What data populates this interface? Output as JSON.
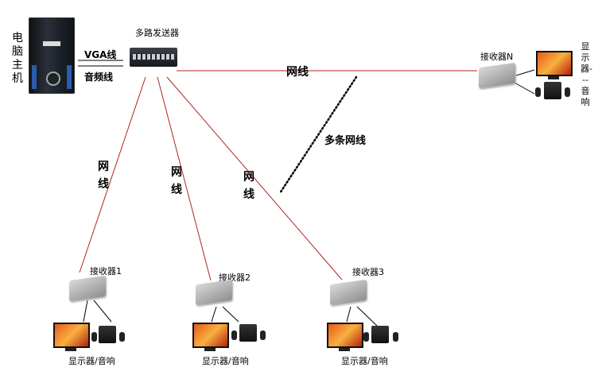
{
  "computer": {
    "label": "电脑主机"
  },
  "connections": {
    "vga": "VGA线",
    "audio": "音频线"
  },
  "transmitter": {
    "label": "多路发送器"
  },
  "network_cable": "网线",
  "multi_cable": "多条网线",
  "receivers": [
    {
      "label": "接收器1",
      "output": "显示器/音响",
      "cable": "网线"
    },
    {
      "label": "接收器2",
      "output": "显示器/音响",
      "cable": "网线"
    },
    {
      "label": "接收器3",
      "output": "显示器/音响",
      "cable": "网线"
    }
  ],
  "receiver_n": {
    "label": "接收器N",
    "output": "显示器---音响",
    "cable": "网线"
  },
  "colors": {
    "network_line": "#b22222",
    "black_line": "#000000"
  }
}
